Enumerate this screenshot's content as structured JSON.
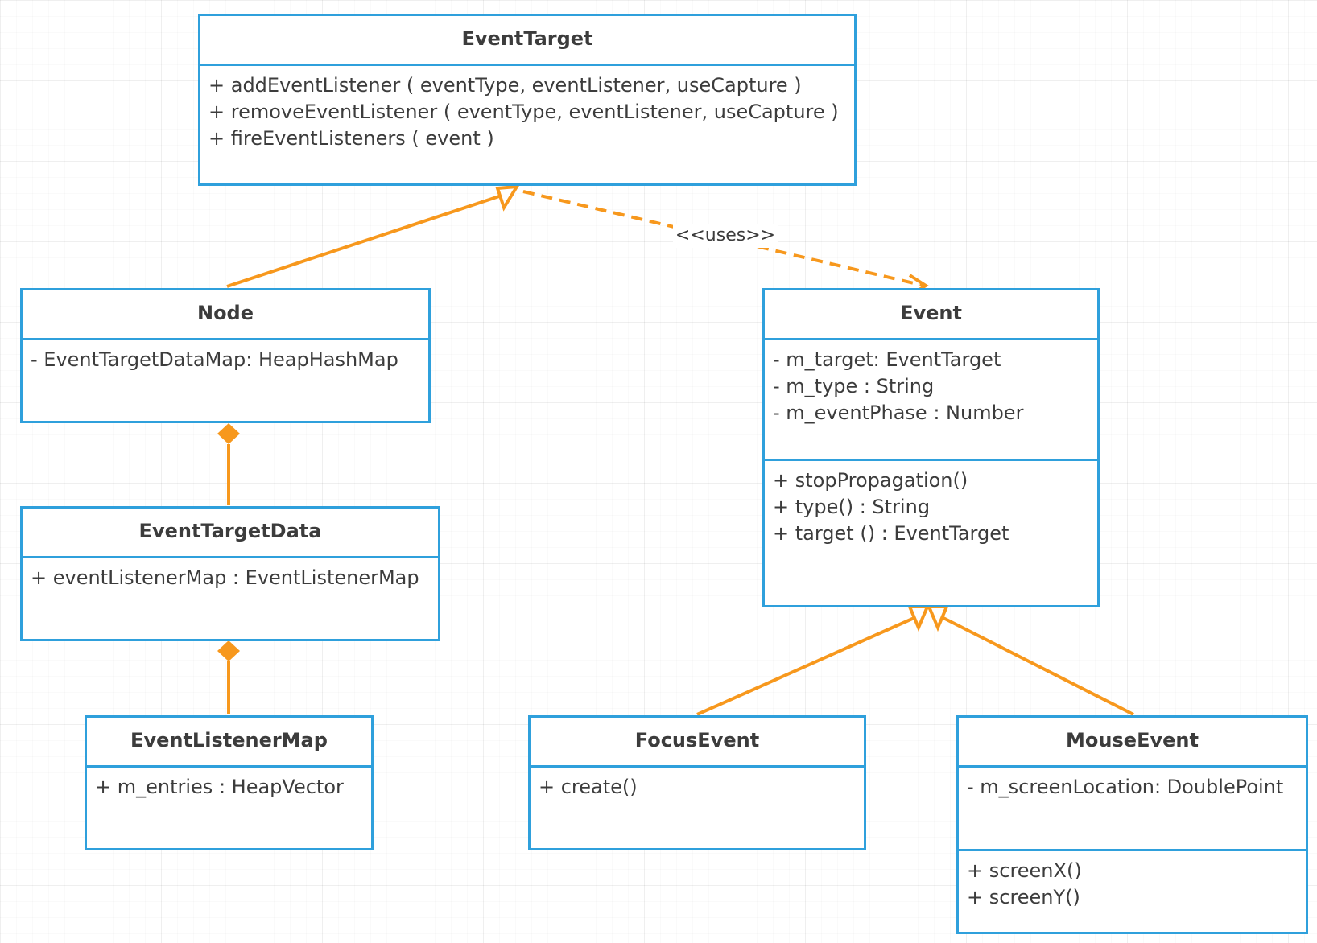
{
  "colors": {
    "box_border": "#2fa0dc",
    "connector": "#f7981d",
    "text": "#3c3c3c"
  },
  "classes": {
    "event_target": {
      "name": "EventTarget",
      "attributes": [],
      "operations": [
        "+ addEventListener ( eventType, eventListener, useCapture )",
        "+ removeEventListener ( eventType, eventListener, useCapture )",
        "+ fireEventListeners ( event )"
      ]
    },
    "node": {
      "name": "Node",
      "attributes": [
        "- EventTargetDataMap: HeapHashMap"
      ],
      "operations": []
    },
    "event_target_data": {
      "name": "EventTargetData",
      "attributes": [
        "+ eventListenerMap : EventListenerMap"
      ],
      "operations": []
    },
    "event_listener_map": {
      "name": "EventListenerMap",
      "attributes": [
        "+ m_entries : HeapVector"
      ],
      "operations": []
    },
    "event": {
      "name": "Event",
      "attributes": [
        "- m_target: EventTarget",
        "- m_type : String",
        "- m_eventPhase : Number"
      ],
      "operations": [
        "+ stopPropagation()",
        "+ type() : String",
        "+ target () : EventTarget"
      ]
    },
    "focus_event": {
      "name": "FocusEvent",
      "attributes": [],
      "operations": [
        "+ create()"
      ]
    },
    "mouse_event": {
      "name": "MouseEvent",
      "attributes": [
        "- m_screenLocation: DoublePoint"
      ],
      "operations": [
        "+ screenX()",
        "+ screenY()"
      ]
    }
  },
  "relations": [
    {
      "type": "generalization",
      "from": "Node",
      "to": "EventTarget"
    },
    {
      "type": "dependency",
      "from": "EventTarget",
      "to": "Event",
      "label": "<<uses>>"
    },
    {
      "type": "composition",
      "from": "EventTargetData",
      "to": "Node"
    },
    {
      "type": "composition",
      "from": "EventListenerMap",
      "to": "EventTargetData"
    },
    {
      "type": "generalization",
      "from": "FocusEvent",
      "to": "Event"
    },
    {
      "type": "generalization",
      "from": "MouseEvent",
      "to": "Event"
    }
  ],
  "labels": {
    "uses": "<<uses>>"
  }
}
